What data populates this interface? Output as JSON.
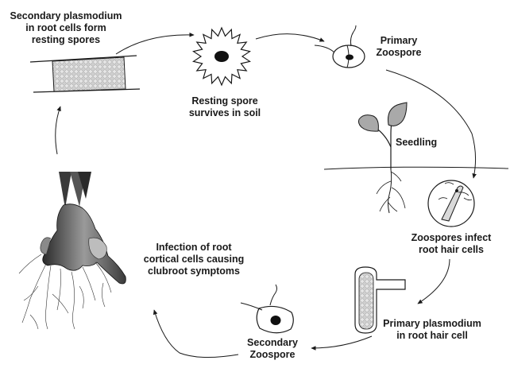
{
  "labels": {
    "secondary_plasmodium": [
      "Secondary plasmodium",
      "in root cells form",
      "resting spores"
    ],
    "resting_spore": [
      "Resting spore",
      "survives in soil"
    ],
    "primary_zoospore": [
      "Primary",
      "Zoospore"
    ],
    "seedling": [
      "Seedling"
    ],
    "zoospores_infect": [
      "Zoospores infect",
      "root hair cells"
    ],
    "primary_plasmodium": [
      "Primary plasmodium",
      "in root hair cell"
    ],
    "secondary_zoospore": [
      "Secondary",
      "Zoospore"
    ],
    "infection_root": [
      "Infection of root",
      "cortical cells causing",
      "clubroot symptoms"
    ]
  },
  "colors": {
    "ink": "#1a1a1a",
    "leaf": "#a9a9a9",
    "cell_fill": "#d9d9d9",
    "background": "#ffffff"
  }
}
